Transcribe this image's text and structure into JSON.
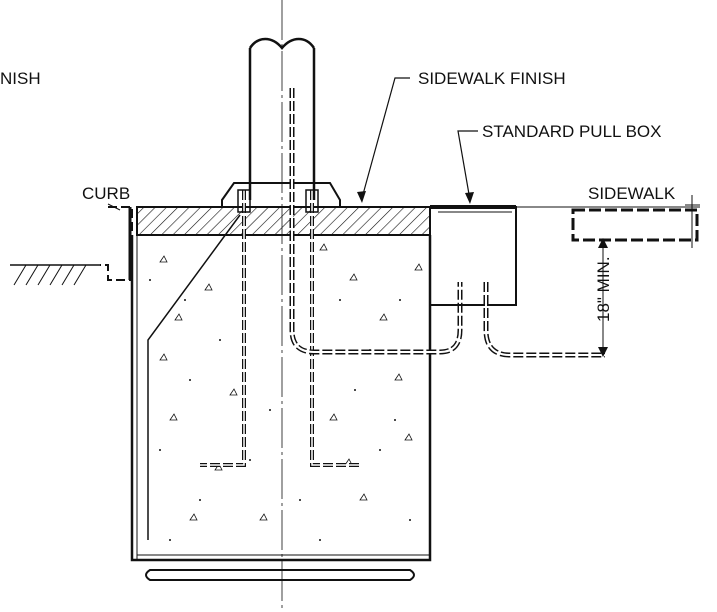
{
  "labels": {
    "finish_fragment": "NISH",
    "sidewalk_finish": "SIDEWALK FINISH",
    "standard_pull_box": "STANDARD PULL BOX",
    "curb": "CURB",
    "sidewalk": "SIDEWALK",
    "min_depth": "18\" MIN."
  }
}
